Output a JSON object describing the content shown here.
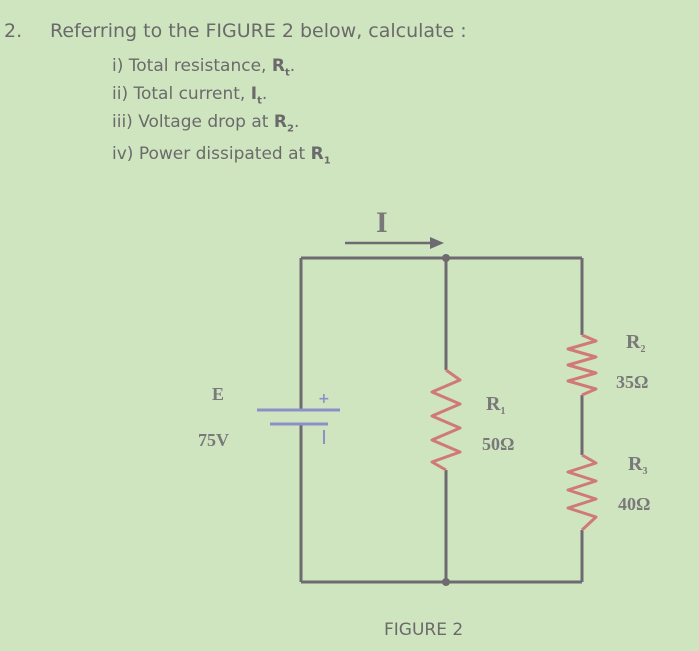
{
  "question": {
    "number": "2.",
    "stem": "Referring to the FIGURE 2 below, calculate :",
    "items": [
      {
        "prefix": "i) Total resistance, ",
        "sym": "R",
        "sub": "t",
        "suffix": "."
      },
      {
        "prefix": "ii) Total current, ",
        "sym": "I",
        "sub": "t",
        "suffix": "."
      },
      {
        "prefix": "iii) Voltage drop at ",
        "sym": "R",
        "sub": "2",
        "suffix": "."
      },
      {
        "prefix": "iv) Power dissipated at ",
        "sym": "R",
        "sub": "1",
        "suffix": ""
      }
    ]
  },
  "figure": {
    "current_label": "I",
    "source_label": "E",
    "source_value": "75V",
    "plus": "+",
    "r1": {
      "label": "R",
      "sub": "1",
      "value": "50Ω"
    },
    "r2": {
      "label": "R",
      "sub": "2",
      "value": "35Ω"
    },
    "r3": {
      "label": "R",
      "sub": "3",
      "value": "40Ω"
    },
    "caption": "FIGURE 2",
    "colors": {
      "wire": "#6d6a70",
      "resistor": "#d07a78",
      "battery": "#8d8fc8"
    }
  }
}
